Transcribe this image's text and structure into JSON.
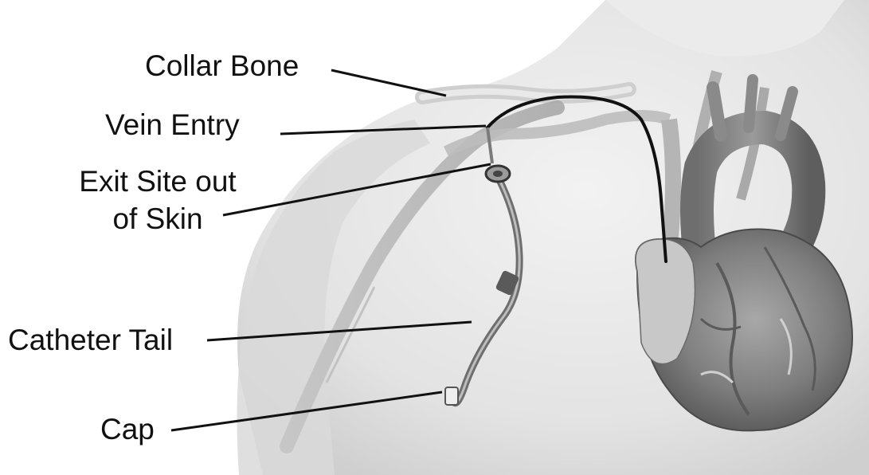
{
  "labels": {
    "collar_bone": "Collar Bone",
    "vein_entry": "Vein Entry",
    "exit_site_line1": "Exit Site out",
    "exit_site_line2": "of Skin",
    "catheter_tail": "Catheter Tail",
    "cap": "Cap"
  },
  "colors": {
    "background": "#ffffff",
    "skin": "#e6e6e6",
    "heart": "#8a8a8a",
    "catheter": "#111111",
    "leader_line": "#111111"
  }
}
